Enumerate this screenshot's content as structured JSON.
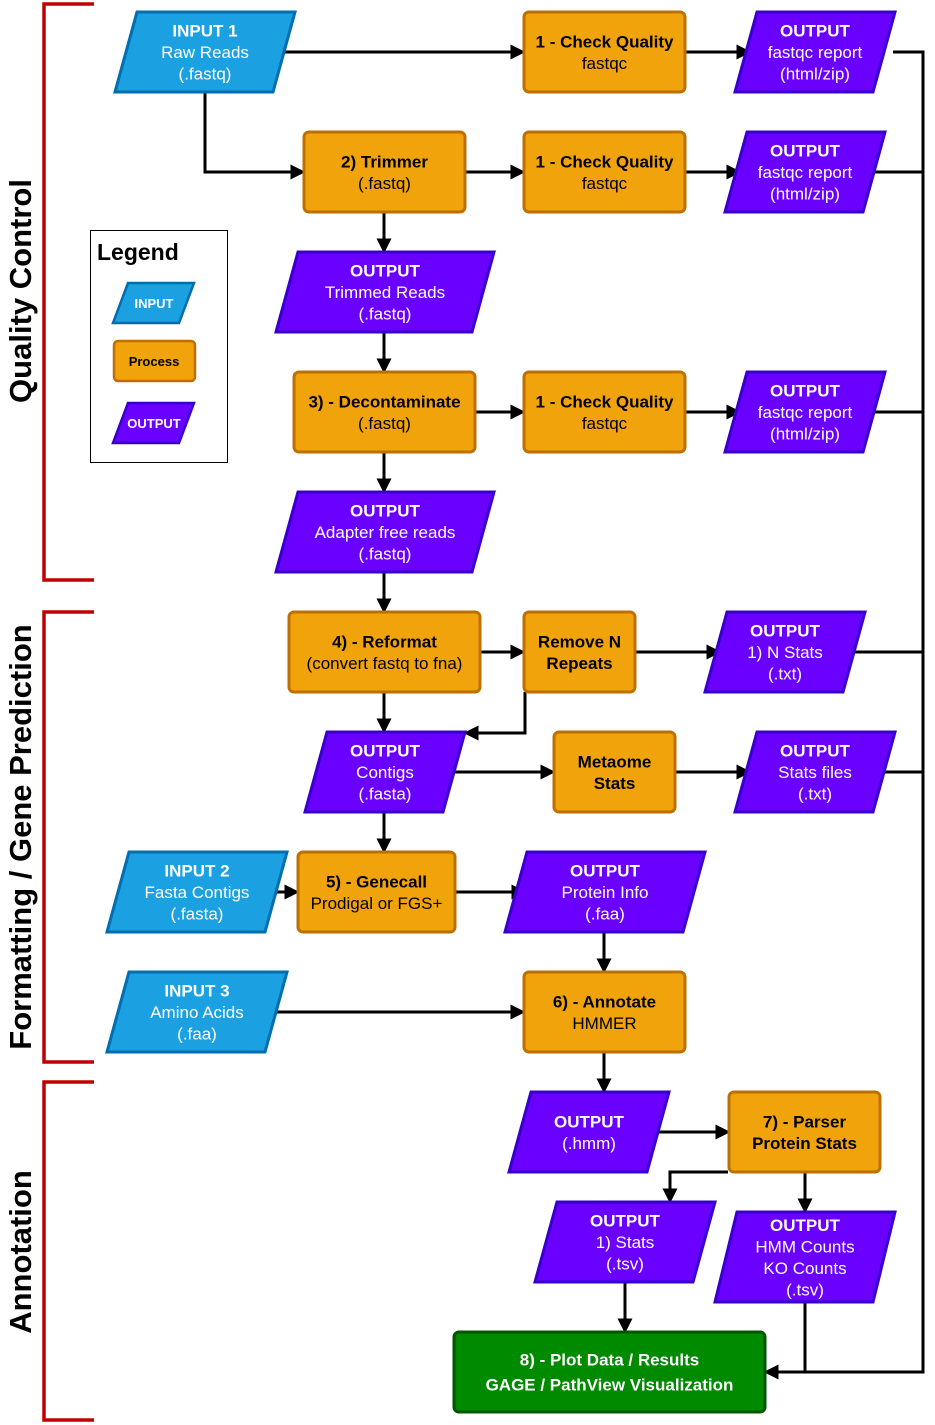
{
  "colors": {
    "input": "#1ba1e2",
    "input_stroke": "#006eaf",
    "process": "#f0a30a",
    "process_stroke": "#bd7000",
    "output": "#6a00ff",
    "output_stroke": "#3700cc",
    "final": "#008a00",
    "final_stroke": "#005700",
    "section_bracket": "#c00000",
    "arrow": "#000000"
  },
  "sections": [
    {
      "id": "qc",
      "label": "Quality Control"
    },
    {
      "id": "fmt",
      "label": "Formatting / Gene Prediction"
    },
    {
      "id": "ann",
      "label": "Annotation"
    }
  ],
  "legend": {
    "title": "Legend",
    "input_label": "INPUT",
    "process_label": "Process",
    "output_label": "OUTPUT"
  },
  "nodes": [
    {
      "id": "in1",
      "kind": "input",
      "lines": [
        {
          "t": "INPUT 1",
          "b": true
        },
        {
          "t": "Raw Reads"
        },
        {
          "t": "(.fastq)"
        }
      ]
    },
    {
      "id": "cq1",
      "kind": "process",
      "lines": [
        {
          "t": "1 - Check Quality",
          "b": true
        },
        {
          "t": "fastqc"
        }
      ]
    },
    {
      "id": "out_fq1",
      "kind": "output",
      "lines": [
        {
          "t": "OUTPUT",
          "b": true
        },
        {
          "t": "fastqc report"
        },
        {
          "t": "(html/zip)"
        }
      ]
    },
    {
      "id": "trim",
      "kind": "process",
      "lines": [
        {
          "t": "2) Trimmer",
          "b": true
        },
        {
          "t": "(.fastq)"
        }
      ]
    },
    {
      "id": "cq2",
      "kind": "process",
      "lines": [
        {
          "t": "1 - Check Quality",
          "b": true
        },
        {
          "t": "fastqc"
        }
      ]
    },
    {
      "id": "out_fq2",
      "kind": "output",
      "lines": [
        {
          "t": "OUTPUT",
          "b": true
        },
        {
          "t": "fastqc report"
        },
        {
          "t": "(html/zip)"
        }
      ]
    },
    {
      "id": "out_trim",
      "kind": "output",
      "lines": [
        {
          "t": "OUTPUT",
          "b": true
        },
        {
          "t": "Trimmed Reads"
        },
        {
          "t": "(.fastq)"
        }
      ]
    },
    {
      "id": "decon",
      "kind": "process",
      "lines": [
        {
          "t": "3) - Decontaminate",
          "b": true
        },
        {
          "t": "(.fastq)"
        }
      ]
    },
    {
      "id": "cq3",
      "kind": "process",
      "lines": [
        {
          "t": "1 - Check Quality",
          "b": true
        },
        {
          "t": "fastqc"
        }
      ]
    },
    {
      "id": "out_fq3",
      "kind": "output",
      "lines": [
        {
          "t": "OUTPUT",
          "b": true
        },
        {
          "t": "fastqc report"
        },
        {
          "t": "(html/zip)"
        }
      ]
    },
    {
      "id": "out_adapt",
      "kind": "output",
      "lines": [
        {
          "t": "OUTPUT",
          "b": true
        },
        {
          "t": "Adapter free reads"
        },
        {
          "t": "(.fastq)"
        }
      ]
    },
    {
      "id": "reformat",
      "kind": "process",
      "lines": [
        {
          "t": "4) - Reformat",
          "b": true
        },
        {
          "t": "(convert fastq to fna)"
        }
      ]
    },
    {
      "id": "removen",
      "kind": "process",
      "lines": [
        {
          "t": "Remove N",
          "b": true
        },
        {
          "t": "Repeats",
          "b": true
        }
      ]
    },
    {
      "id": "out_nstats",
      "kind": "output",
      "lines": [
        {
          "t": "OUTPUT",
          "b": true
        },
        {
          "t": "1) N Stats"
        },
        {
          "t": "(.txt)"
        }
      ]
    },
    {
      "id": "out_contigs",
      "kind": "output",
      "lines": [
        {
          "t": "OUTPUT",
          "b": true
        },
        {
          "t": "Contigs"
        },
        {
          "t": "(.fasta)"
        }
      ]
    },
    {
      "id": "metaome",
      "kind": "process",
      "lines": [
        {
          "t": "Metaome",
          "b": true
        },
        {
          "t": "Stats",
          "b": true
        }
      ]
    },
    {
      "id": "out_stats",
      "kind": "output",
      "lines": [
        {
          "t": "OUTPUT",
          "b": true
        },
        {
          "t": "Stats files"
        },
        {
          "t": "(.txt)"
        }
      ]
    },
    {
      "id": "in2",
      "kind": "input",
      "lines": [
        {
          "t": "INPUT 2",
          "b": true
        },
        {
          "t": "Fasta Contigs"
        },
        {
          "t": "(.fasta)"
        }
      ]
    },
    {
      "id": "genecall",
      "kind": "process",
      "lines": [
        {
          "t": "5) - Genecall",
          "b": true
        },
        {
          "t": "Prodigal or FGS+"
        }
      ]
    },
    {
      "id": "out_prot",
      "kind": "output",
      "lines": [
        {
          "t": "OUTPUT",
          "b": true
        },
        {
          "t": "Protein Info"
        },
        {
          "t": "(.faa)"
        }
      ]
    },
    {
      "id": "in3",
      "kind": "input",
      "lines": [
        {
          "t": "INPUT 3",
          "b": true
        },
        {
          "t": "Amino Acids"
        },
        {
          "t": "(.faa)"
        }
      ]
    },
    {
      "id": "annotate",
      "kind": "process",
      "lines": [
        {
          "t": "6) - Annotate",
          "b": true
        },
        {
          "t": "HMMER"
        }
      ]
    },
    {
      "id": "out_hmm",
      "kind": "output",
      "lines": [
        {
          "t": "OUTPUT",
          "b": true
        },
        {
          "t": "(.hmm)"
        }
      ]
    },
    {
      "id": "parser",
      "kind": "process",
      "lines": [
        {
          "t": "7) - Parser",
          "b": true
        },
        {
          "t": "Protein Stats",
          "b": true
        }
      ]
    },
    {
      "id": "out_tsv",
      "kind": "output",
      "lines": [
        {
          "t": "OUTPUT",
          "b": true
        },
        {
          "t": "1) Stats"
        },
        {
          "t": "(.tsv)"
        }
      ]
    },
    {
      "id": "out_counts",
      "kind": "output",
      "lines": [
        {
          "t": "OUTPUT",
          "b": true
        },
        {
          "t": "HMM Counts"
        },
        {
          "t": "KO Counts"
        },
        {
          "t": "(.tsv)"
        }
      ]
    },
    {
      "id": "plot",
      "kind": "final",
      "lines": [
        {
          "t": "8) - Plot Data / Results",
          "b": true
        },
        {
          "t": "GAGE / PathView Visualization",
          "b": true
        }
      ]
    }
  ]
}
